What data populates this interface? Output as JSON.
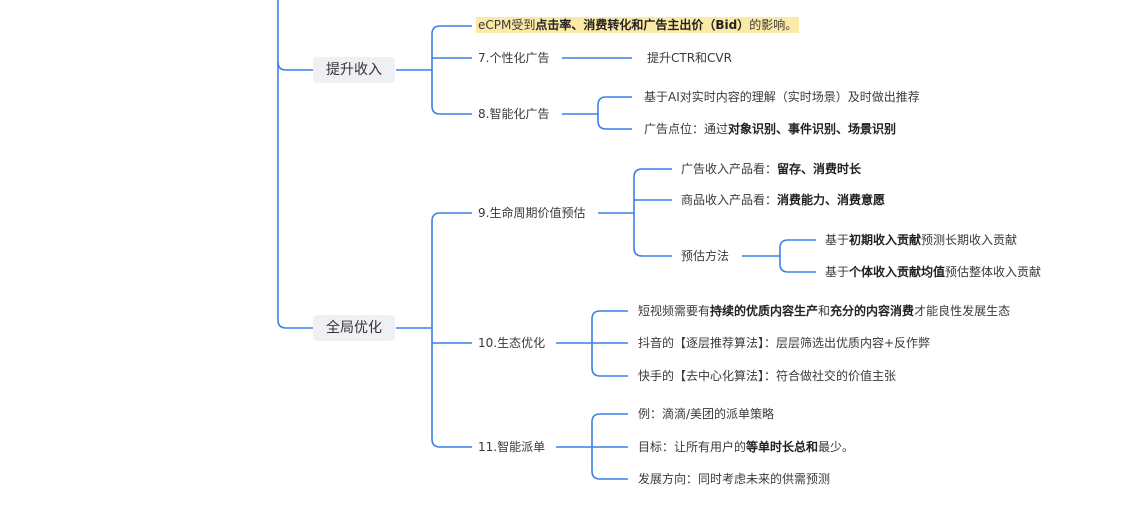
{
  "branches": {
    "revenue": "提升收入",
    "global": "全局优化"
  },
  "ecpm": {
    "prefix": "eCPM受到",
    "bold": "点击率、消费转化和广告主出价（Bid）",
    "suffix": "的影响。"
  },
  "item7": {
    "label": "7.个性化广告",
    "child": "提升CTR和CVR"
  },
  "item8": {
    "label": "8.智能化广告",
    "child1": "基于AI对实时内容的理解（实时场景）及时做出推荐",
    "child2_prefix": "广告点位：通过",
    "child2_bold": "对象识别、事件识别、场景识别"
  },
  "item9": {
    "label": "9.生命周期价值预估",
    "ad_prefix": "广告收入产品看：",
    "ad_bold": "留存、消费时长",
    "goods_prefix": "商品收入产品看：",
    "goods_bold": "消费能力、消费意愿",
    "method": "预估方法",
    "m1_prefix": "基于",
    "m1_bold": "初期收入贡献",
    "m1_suffix": "预测长期收入贡献",
    "m2_prefix": "基于",
    "m2_bold": "个体收入贡献均值",
    "m2_suffix": "预估整体收入贡献"
  },
  "item10": {
    "label": "10.生态优化",
    "c1_a": "短视频需要有",
    "c1_b": "持续的优质内容生产",
    "c1_c": "和",
    "c1_d": "充分的内容消费",
    "c1_e": "才能良性发展生态",
    "c2": "抖音的【逐层推荐算法】：层层筛选出优质内容+反作弊",
    "c3": "快手的【去中心化算法】：符合做社交的价值主张"
  },
  "item11": {
    "label": "11.智能派单",
    "c1": "例：滴滴/美团的派单策略",
    "c2_prefix": "目标：让所有用户的",
    "c2_bold": "等单时长总和",
    "c2_suffix": "最少。",
    "c3": "发展方向：同时考虑未来的供需预测"
  },
  "colors": {
    "connector": "#3f7ee8",
    "pill_bg": "#eef0f3",
    "highlight": "#fbe9a6"
  }
}
